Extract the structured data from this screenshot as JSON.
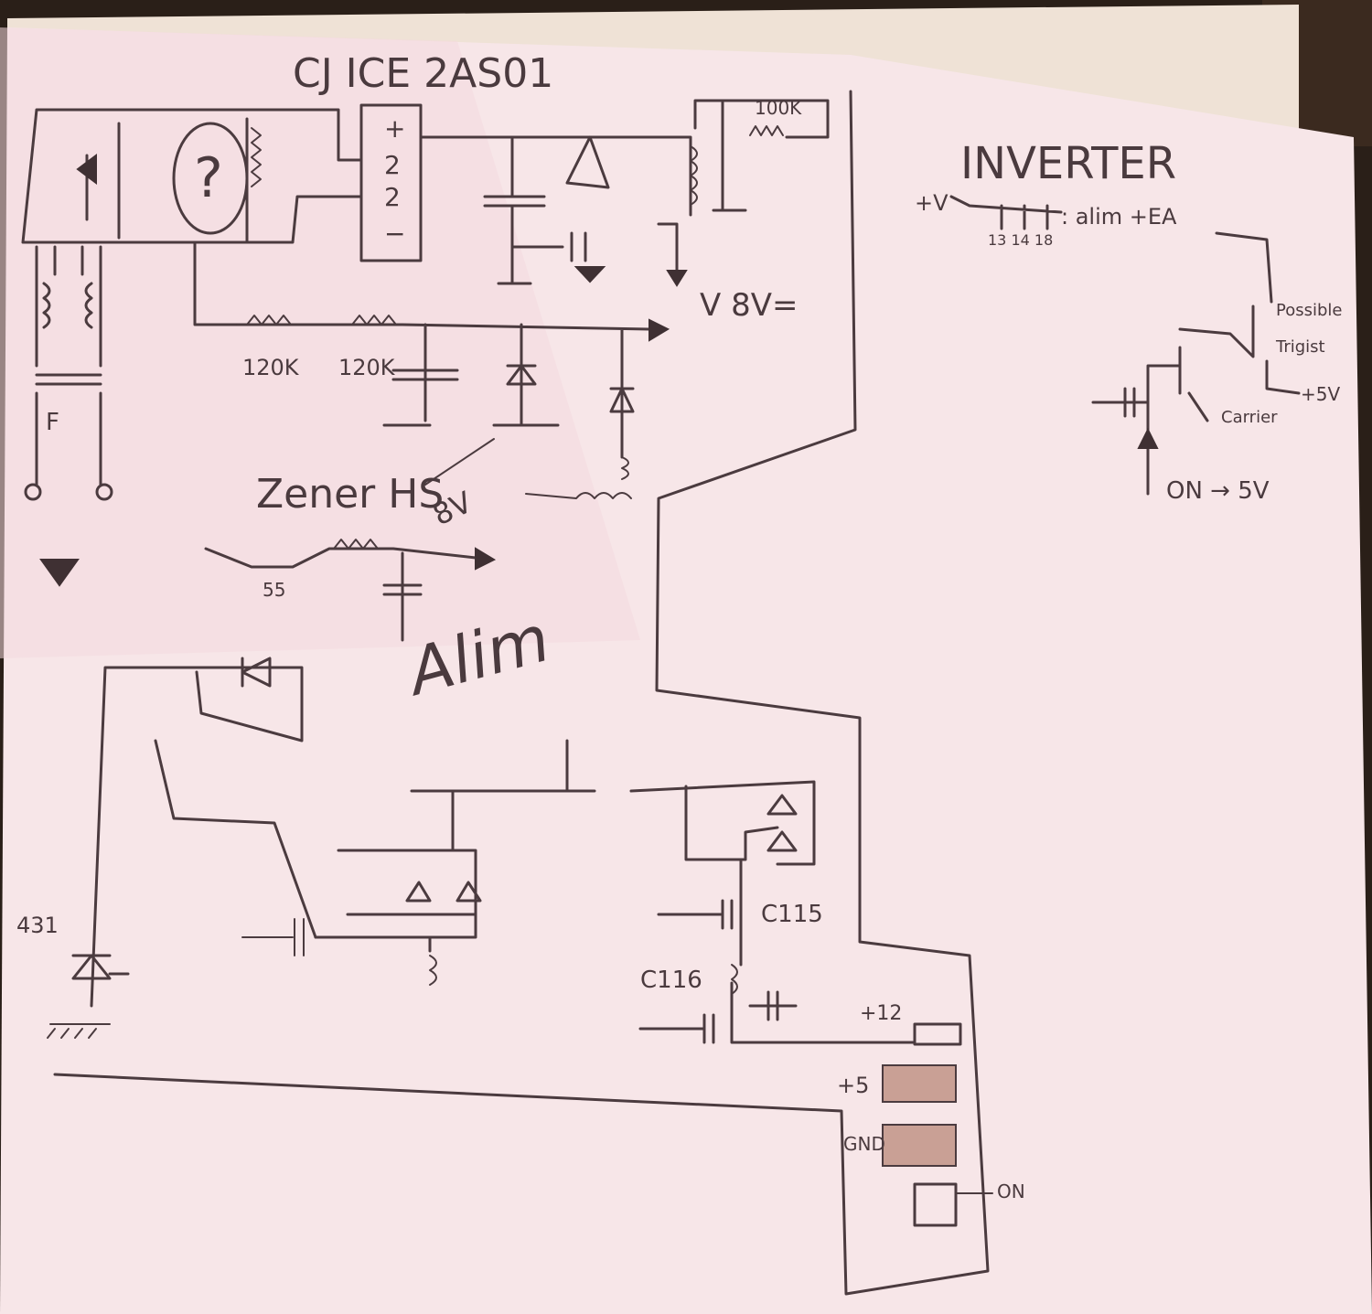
{
  "colors": {
    "paper": "#f6e4e6",
    "paper_edge": "#efe0d8",
    "ink": "#4b3b3f",
    "background": "#2a1f18"
  },
  "labels": {
    "title": "CJ ICE   2AS01",
    "inverter_title": "INVERTER",
    "chip_pins": [
      "+",
      "2",
      "2",
      "−"
    ],
    "question_mark": "?",
    "r_top": "100K",
    "v8": "V 8V=",
    "r1": "120K",
    "r2": "120K",
    "fuse": "F",
    "zener": "Zener HS",
    "volt8": "8V",
    "transistor_55": "55",
    "alim": "Alim",
    "ic431": "431",
    "c115": "C115",
    "c116": "C116",
    "p12": "+12",
    "p5": "+5",
    "gnd": "GND",
    "on": "ON",
    "inv_plus_v": "+V",
    "inv_alim": ": alim +EA",
    "inv_pins": "13 14 18",
    "possible": "Possible",
    "trigistor": "Trigist",
    "p5v": "+5V",
    "carrier": "Carrier",
    "on5v": "ON → 5V"
  }
}
